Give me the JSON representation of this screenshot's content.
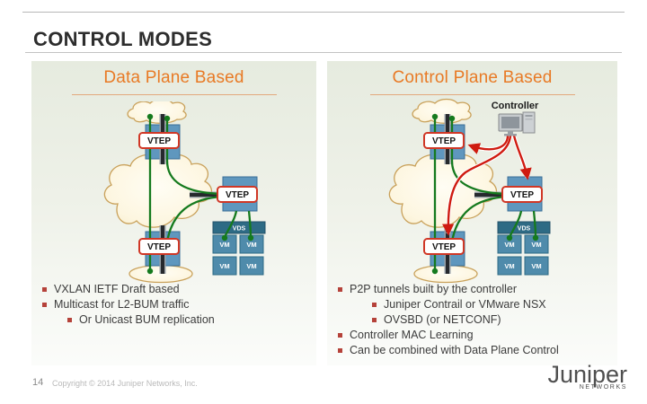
{
  "slide": {
    "title": "CONTROL MODES",
    "page_number": "14",
    "copyright": "Copyright © 2014 Juniper Networks, Inc."
  },
  "logo": {
    "name": "Juniper",
    "networks": "NETWORKS"
  },
  "labels": {
    "vtep": "VTEP",
    "vds": "VDS",
    "vm": "VM",
    "controller": "Controller"
  },
  "icons": {
    "controller": "desktop-computer-icon",
    "cloud": "network-cloud-icon"
  },
  "panels": [
    {
      "title": "Data Plane Based",
      "bullets": [
        {
          "level": 1,
          "text": "VXLAN IETF Draft based"
        },
        {
          "level": 1,
          "text": "Multicast for L2-BUM traffic"
        },
        {
          "level": 2,
          "text": "Or Unicast BUM replication"
        }
      ]
    },
    {
      "title": "Control Plane Based",
      "bullets": [
        {
          "level": 1,
          "text": "P2P tunnels built by the controller"
        },
        {
          "level": 2,
          "text": "Juniper Contrail or VMware NSX"
        },
        {
          "level": 2,
          "text": "OVSBD (or NETCONF)"
        },
        {
          "level": 1,
          "text": "Controller MAC Learning"
        },
        {
          "level": 1,
          "text": "Can be combined with Data Plane Control"
        }
      ]
    }
  ],
  "colors": {
    "accent_orange": "#e87a25",
    "green_link": "#157a1e",
    "red_arrow": "#cf1b10",
    "switch_blue": "#5f97be",
    "vds_teal": "#2e6b85",
    "vm_blue": "#4f8bab",
    "vtep_border": "#d03726",
    "bullet_red": "#b5423a",
    "cloud_stroke": "#c9a15a"
  }
}
